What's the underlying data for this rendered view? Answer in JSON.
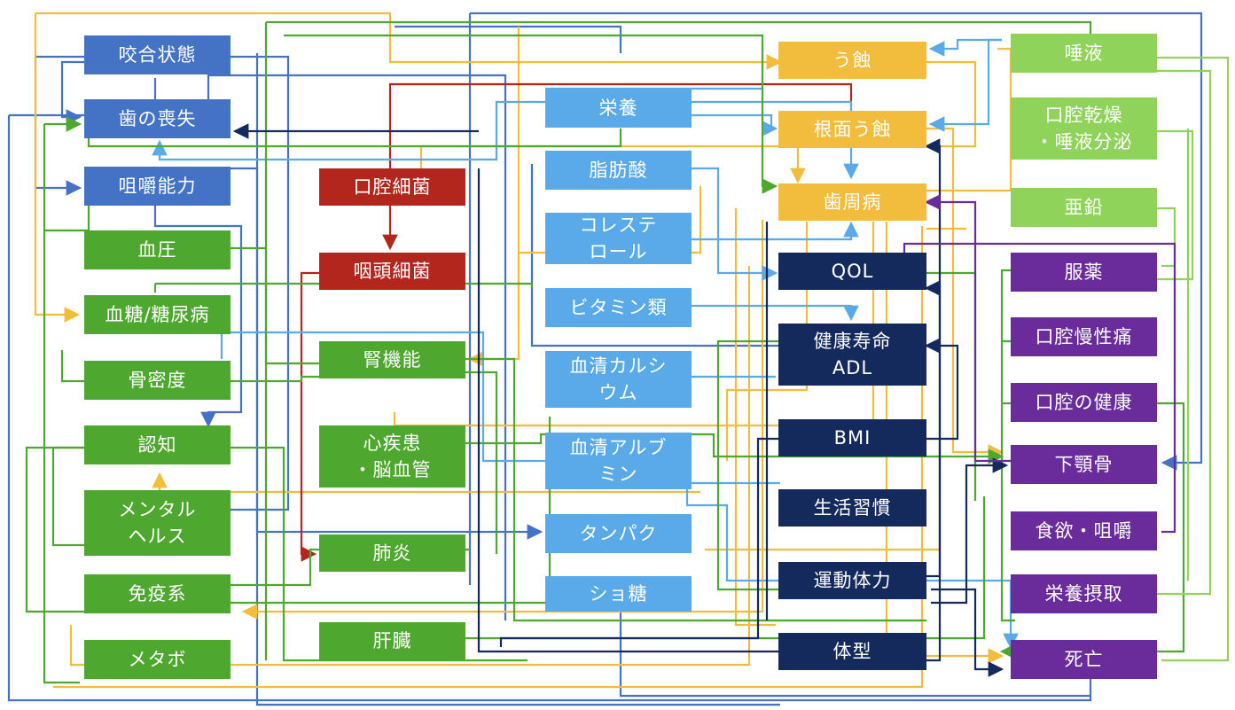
{
  "colors": {
    "blue_dark": "#4472c4",
    "green": "#4ea72e",
    "red": "#b3261e",
    "light_blue": "#5aaaea",
    "orange": "#f2bc3c",
    "navy": "#142a5c",
    "light_green": "#8fd35a",
    "purple": "#6a2c9b"
  },
  "nodes": {
    "kougou": "咬合状態",
    "ha_soushitsu": "歯の喪失",
    "soshaku": "咀嚼能力",
    "ketsuatsu": "血圧",
    "kettou": "血糖/糖尿病",
    "kotsumitsudo": "骨密度",
    "ninchi": "認知",
    "mental": "メンタル\nヘルス",
    "meneki": "免疫系",
    "metabo": "メタボ",
    "koukuu_saikin": "口腔細菌",
    "intou_saikin": "咽頭細菌",
    "jinkinou": "腎機能",
    "shinshikkan": "心疾患\n・脳血管",
    "haien": "肺炎",
    "kanzou": "肝臓",
    "eiyou": "栄養",
    "shibousan": "脂肪酸",
    "cholesterol": "コレステ\nロール",
    "vitamin": "ビタミン類",
    "kessei_ca": "血清カルシ\nウム",
    "kessei_alb": "血清アルブ\nミン",
    "tanpaku": "タンパク",
    "shotou": "ショ糖",
    "ushoku": "う蝕",
    "konmen_ushoku": "根面う蝕",
    "shishuubyou": "歯周病",
    "qol": "QOL",
    "kenkou_jumyou": "健康寿命\nADL",
    "bmi": "BMI",
    "seikatsu": "生活習慣",
    "undou": "運動体力",
    "taikei": "体型",
    "daeki": "唾液",
    "kanso": "口腔乾燥\n・唾液分泌",
    "aen": "亜鉛",
    "fukuyaku": "服薬",
    "mansei_tsuu": "口腔慢性痛",
    "koukuu_kenkou": "口腔の健康",
    "kagakukotsu": "下顎骨",
    "shokuyoku": "食欲・咀嚼",
    "eiyou_sesshu": "栄養摂取",
    "shibou": "死亡"
  }
}
